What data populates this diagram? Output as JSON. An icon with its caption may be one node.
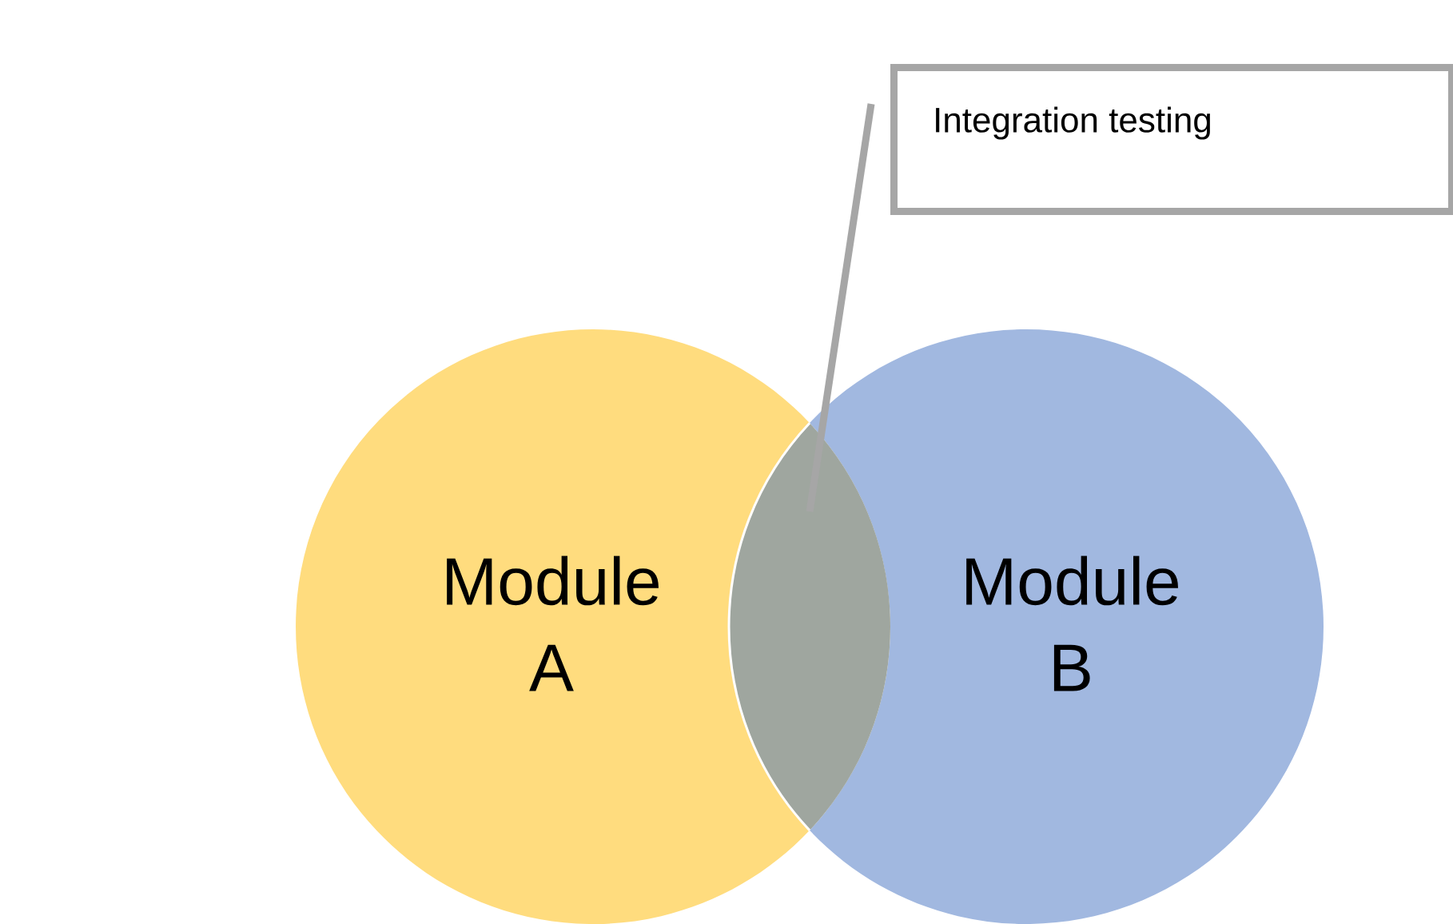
{
  "diagram": {
    "nodes": [
      {
        "text": [
          "Module A"
        ]
      },
      {
        "text": [
          "Module B"
        ]
      },
      {
        "text": [
          "Integration testing"
        ]
      },
      {
        "text": [],
        "shape": "lens"
      }
    ],
    "edges": [
      {
        "from": 2,
        "to": 3,
        "arrow": "none"
      }
    ]
  }
}
